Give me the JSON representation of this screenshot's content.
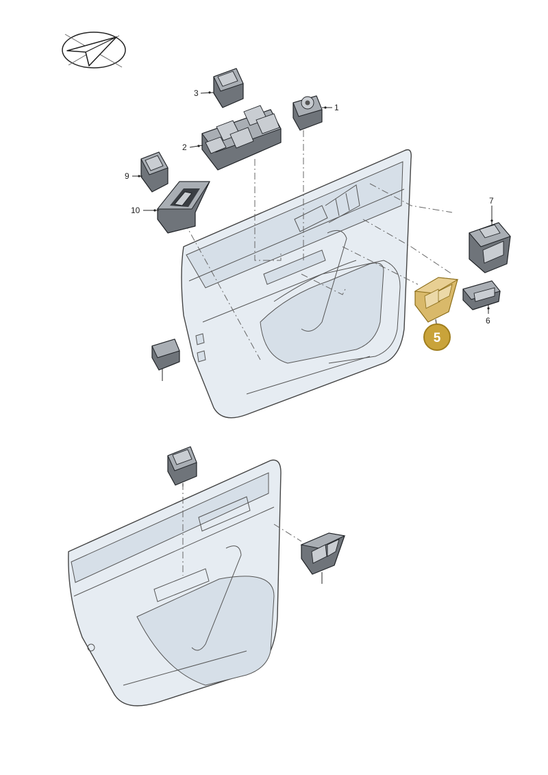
{
  "diagram": {
    "callouts": [
      "1",
      "2",
      "3",
      "5",
      "6",
      "7",
      "9",
      "10"
    ],
    "highlight": {
      "label": "5",
      "color": "#c9a33a",
      "border_color": "#a07e1d",
      "part_color": "#d9b96a"
    },
    "icons": [
      "direction-of-travel-icon"
    ]
  }
}
